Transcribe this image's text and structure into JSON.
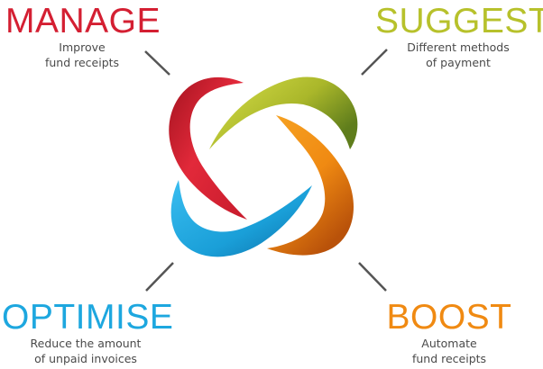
{
  "sections": {
    "manage": {
      "heading": "MANAGE",
      "line1": "Improve",
      "line2": "fund receipts",
      "color": "#d41f32"
    },
    "suggest": {
      "heading": "SUGGEST",
      "line1": "Different methods",
      "line2": "of payment",
      "color": "#b7c12b"
    },
    "optimise": {
      "heading": "OPTIMISE",
      "line1": "Reduce the amount",
      "line2": "of unpaid invoices",
      "color": "#1da7df"
    },
    "boost": {
      "heading": "BOOST",
      "line1": "Automate",
      "line2": "fund receipts",
      "color": "#f08a12"
    }
  },
  "connector_color": "#555555"
}
